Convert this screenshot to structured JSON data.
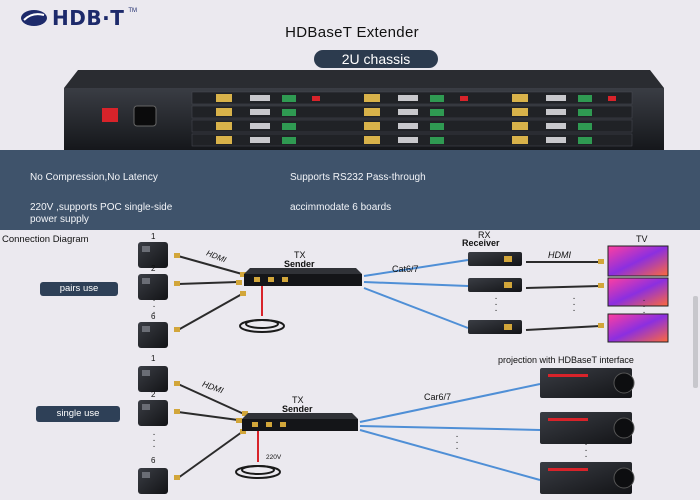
{
  "brand": {
    "name": "HDB",
    "name_t": "T",
    "tm": "TM",
    "accent": "#1d2a6b"
  },
  "title": "HDBaseT Extender",
  "chassis_label": "2U chassis",
  "features": {
    "f1": "No Compression,No Latency",
    "f2": "Supports RS232 Pass-through",
    "f3_line1": "220V ,supports POC single-side",
    "f3_line2": "power supply",
    "f4": "accimmodate 6 boards",
    "band_color": "#3f536b"
  },
  "diagram": {
    "heading": "Connection Diagram",
    "pairs_use": "pairs use",
    "single_use": "single use",
    "hdmi_label": "HDMI",
    "tx_label": "TX",
    "sender_label": "Sender",
    "rx_label": "RX",
    "receiver_label": "Receiver",
    "tv_label": "TV",
    "cable_label_top": "Cat6/7",
    "cable_label_bottom": "Car6/7",
    "projection_label": "projection with HDBaseT interface",
    "power_label": "220V",
    "source_numbers": [
      "1",
      "2",
      "6",
      "1",
      "2",
      "6"
    ]
  }
}
